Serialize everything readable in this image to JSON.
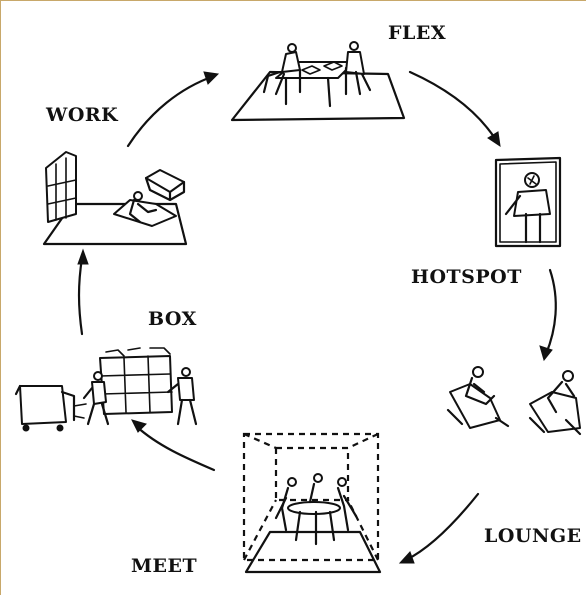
{
  "diagram": {
    "stages": [
      {
        "id": "flex",
        "label": "FLEX"
      },
      {
        "id": "hotspot",
        "label": "HOTSPOT"
      },
      {
        "id": "lounge",
        "label": "LOUNGE"
      },
      {
        "id": "meet",
        "label": "MEET"
      },
      {
        "id": "box",
        "label": "BOX"
      },
      {
        "id": "work",
        "label": "WORK"
      }
    ]
  },
  "colors": {
    "ink": "#111111",
    "frame": "#c8a86a",
    "background": "#ffffff"
  }
}
